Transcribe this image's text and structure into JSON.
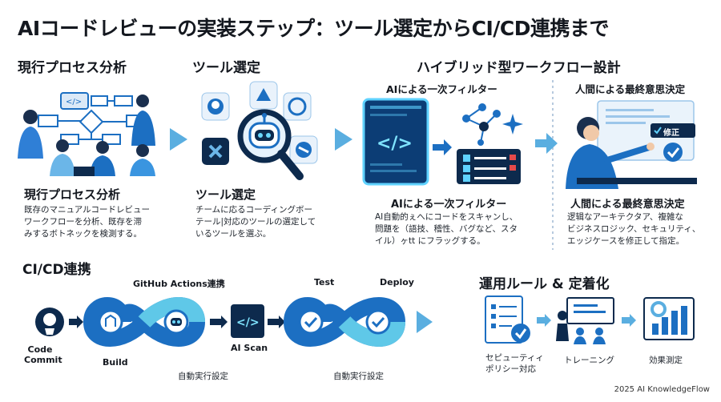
{
  "title": "AIコードレビューの実装ステップ：ツール選定からCI/CD連携まで",
  "step1": {
    "heading": "現行プロセス分析",
    "subheading": "現行プロセス分析",
    "desc": [
      "既存のマニュアルコードレビュー",
      "ワークフローを分析、既存を滞",
      "みするボトネックを検測する。"
    ]
  },
  "step2": {
    "heading": "ツール選定",
    "subheading": "ツール選定",
    "desc": [
      "チームに応るコーディングボー",
      "テール|対応のツールの選定して",
      "いるツールを選ぶ。"
    ]
  },
  "step3": {
    "heading": "ハイブリッド型ワークフロー設計",
    "ai_title": "AIによる一次フィルター",
    "ai_subheading": "AIによる一次フィルター",
    "ai_desc": [
      "AI自動的ぇへにコードをスキャンし、",
      "問題を（語技、稽性、バグなど、スタ",
      "イル）ヶtt にフラッグする。"
    ],
    "human_title": "人間による最終意思決定",
    "human_subheading": "人間による最終意思決定",
    "human_desc": [
      "逻辑なアーキテクタア、複雑な",
      "ビジネスロジック、セキュリティ、",
      "エッジケースを修正して指定。"
    ],
    "fix_tag": "修正"
  },
  "cicd": {
    "heading": "CI/CD連携",
    "code_commit": [
      "Code",
      "Commit"
    ],
    "github_actions": "GitHub Actions連携",
    "build": "Build",
    "auto_exec_1": "自動実行設定",
    "ai_scan": "AI Scan",
    "test": "Test",
    "deploy": "Deploy",
    "auto_exec_2": "自動実行設定"
  },
  "rules": {
    "heading": "運用ルール & 定着化",
    "security": [
      "セピューティィ",
      "ポリシー対応"
    ],
    "training": "トレーニング",
    "effect": "効果測定"
  },
  "footer": "2025 AI KnowledgeFlow",
  "colors": {
    "primary": "#1c6fc2",
    "accent": "#5aaee0",
    "dark": "#0d2a4d",
    "teal": "#3ac4d6"
  }
}
